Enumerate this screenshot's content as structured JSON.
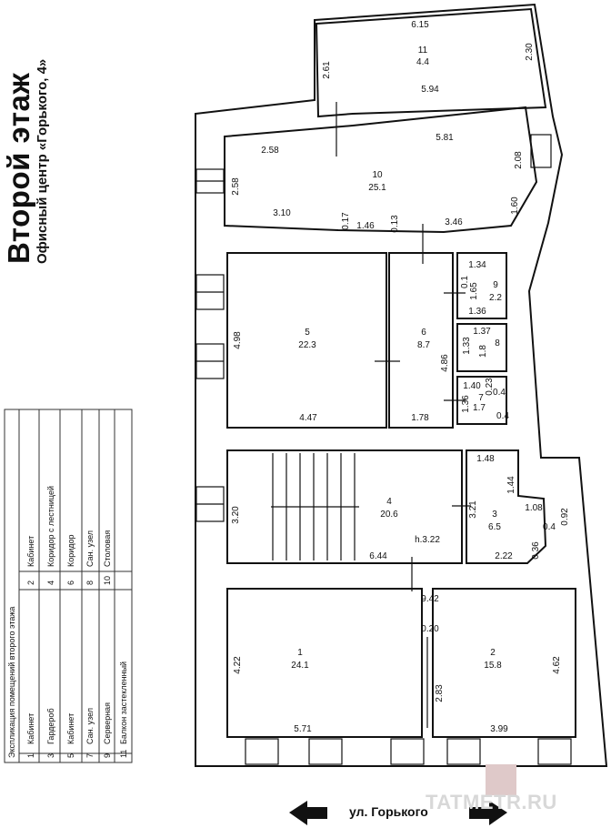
{
  "title": "Второй этаж",
  "subtitle": "Офисный центр «Горького, 4»",
  "legend": {
    "header": "Экспликация помещений второго этажа",
    "rows": [
      [
        "1",
        "Кабинет",
        "2",
        "Кабинет"
      ],
      [
        "3",
        "Гардероб",
        "4",
        "Коридор с лестницей"
      ],
      [
        "5",
        "Кабинет",
        "6",
        "Коридор"
      ],
      [
        "7",
        "Сан. узел",
        "8",
        "Сан. узел"
      ],
      [
        "9",
        "Серверная",
        "10",
        "Столовая"
      ],
      [
        "11",
        "Балкон застекленный",
        "",
        ""
      ]
    ]
  },
  "rooms": [
    {
      "num": "11",
      "area": "4.4"
    },
    {
      "num": "10",
      "area": "25.1"
    },
    {
      "num": "5",
      "area": "22.3"
    },
    {
      "num": "6",
      "area": "8.7"
    },
    {
      "num": "9",
      "area": "2.2"
    },
    {
      "num": "8",
      "area": ""
    },
    {
      "num": "7",
      "area": ""
    },
    {
      "num": "4",
      "area": "20.6"
    },
    {
      "num": "3",
      "area": "6.5"
    },
    {
      "num": "1",
      "area": "24.1"
    },
    {
      "num": "2",
      "area": "15.8"
    }
  ],
  "ceiling_height": "h.3.22",
  "dims": [
    "6.15",
    "2.61",
    "2.30",
    "5.94",
    "2.58",
    "5.81",
    "2.08",
    "2.58",
    "1.60",
    "3.10",
    "0.17",
    "1.46",
    "0.13",
    "3.46",
    "1.34",
    "0.1",
    "1.65",
    "1.36",
    "4.98",
    "1.37",
    "1.33",
    "1.8",
    "4.86",
    "1.40",
    "0.23",
    "0.4",
    "1.36",
    "1.7",
    "0.4",
    "4.47",
    "1.78",
    "1.48",
    "1.44",
    "3.20",
    "3.21",
    "1.08",
    "0.92",
    "0.4",
    "0.36",
    "6.44",
    "2.22",
    "9.42",
    "0.20",
    "4.22",
    "2.83",
    "4.62",
    "5.71",
    "3.99"
  ],
  "street": "ул. Горького",
  "watermark": "TATMETR.RU"
}
